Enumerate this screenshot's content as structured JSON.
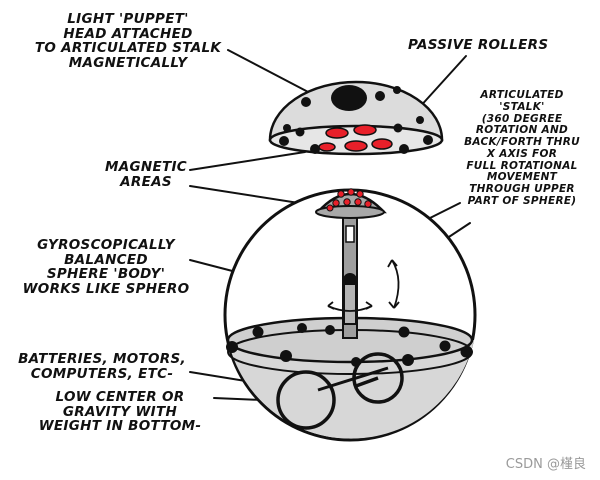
{
  "labels": {
    "head": [
      "LIGHT 'PUPPET'",
      "HEAD ATTACHED",
      "TO ARTICULATED STALK",
      "MAGNETICALLY"
    ],
    "rollers": [
      "PASSIVE ROLLERS"
    ],
    "stalk": [
      "ARTICULATED",
      "'STALK'",
      "(360 DEGREE",
      "ROTATION AND",
      "BACK/FORTH THRU",
      "X AXIS FOR",
      "FULL ROTATIONAL",
      "MOVEMENT",
      "THROUGH UPPER",
      "PART OF SPHERE)"
    ],
    "magnetic": [
      "MAGNETIC",
      "AREAS"
    ],
    "gyro": [
      "GYROSCOPICALLY",
      "BALANCED",
      "SPHERE 'BODY'",
      "WORKS LIKE SPHERO"
    ],
    "batteries": [
      "BATTERIES, MOTORS,",
      "COMPUTERS, ETC-"
    ],
    "gravity": [
      "LOW CENTER OR",
      "GRAVITY WITH",
      "WEIGHT IN BOTTOM-"
    ]
  },
  "watermark": "CSDN @槿良",
  "colors": {
    "ink": "#111111",
    "shell": "#d9d9d9",
    "shell_dark": "#bdbdbd",
    "magnet": "#e8202a",
    "cap": "#a8a8a8",
    "watermark": "#9a9a9a"
  }
}
